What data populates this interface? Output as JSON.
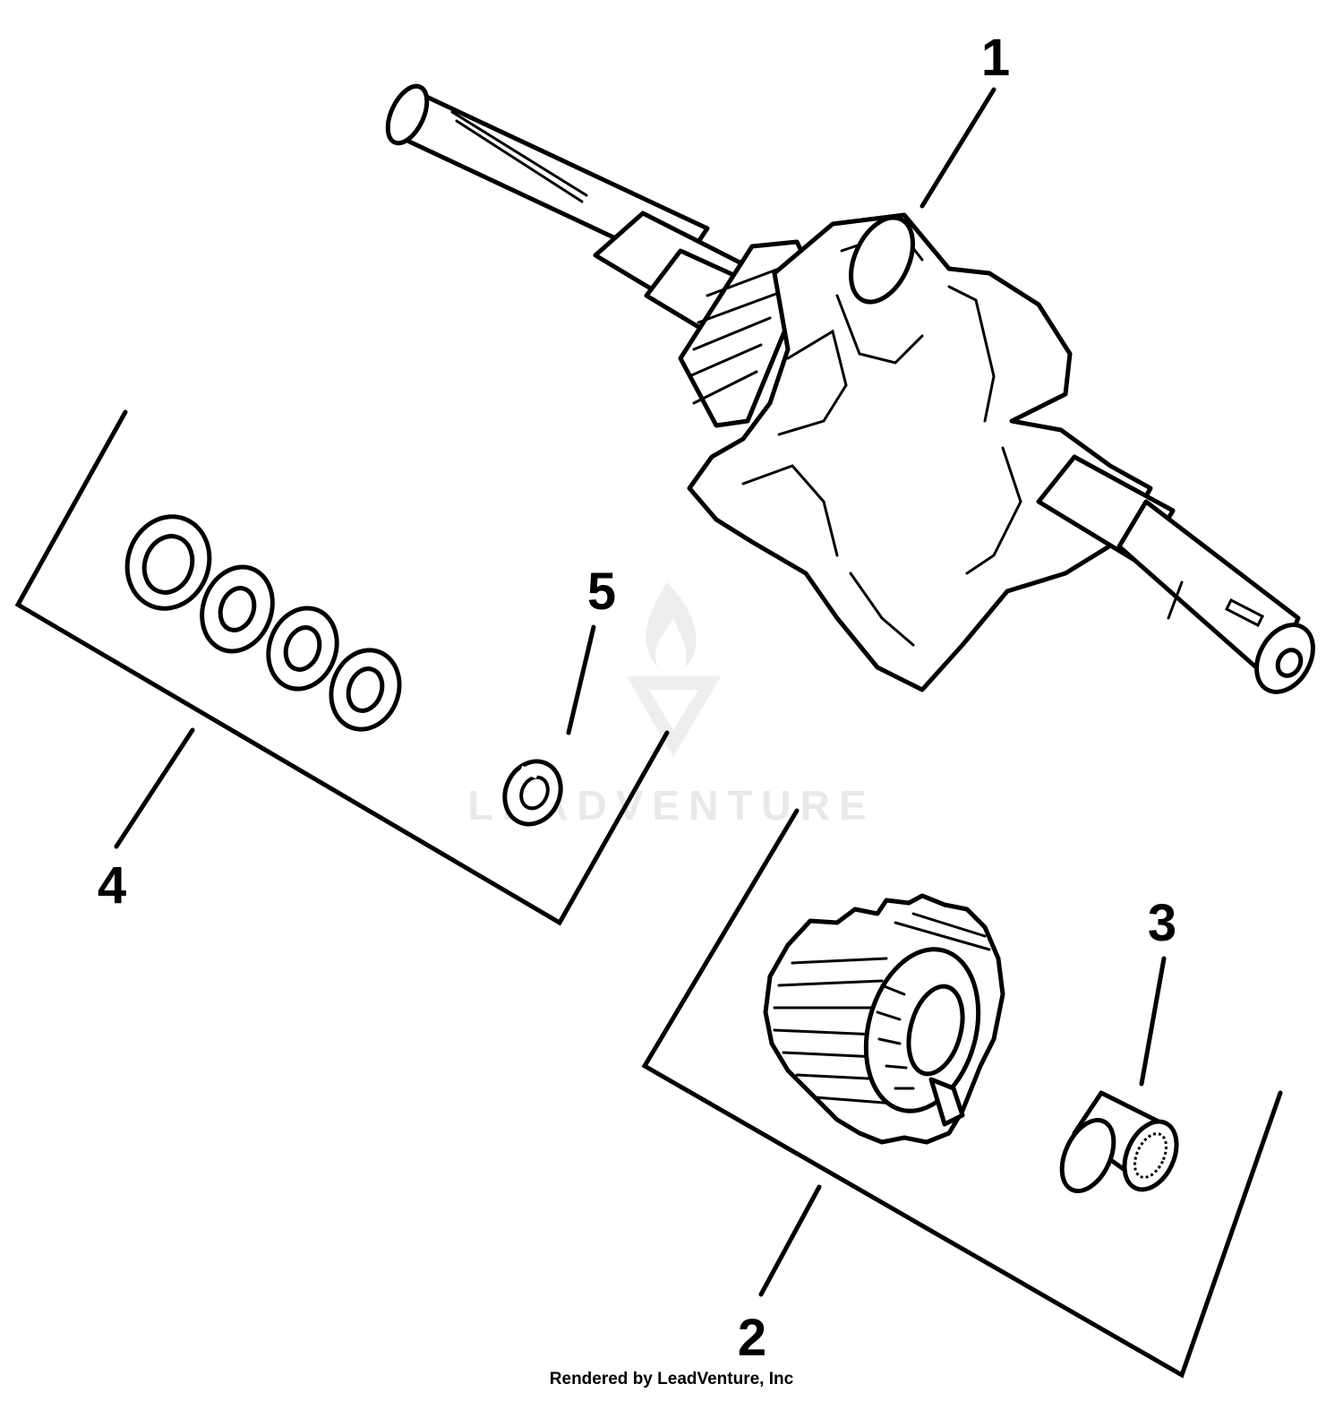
{
  "parts": [
    {
      "callout": "1",
      "icon": "crankshaft-icon"
    },
    {
      "callout": "2",
      "icon": "gear-icon"
    },
    {
      "callout": "3",
      "icon": "needle-bearing-icon"
    },
    {
      "callout": "4",
      "icon": "shim-washer-icon"
    },
    {
      "callout": "5",
      "icon": "snap-ring-icon"
    }
  ],
  "watermark": "LEADVENTURE",
  "credit": "Rendered by LeadVenture, Inc"
}
